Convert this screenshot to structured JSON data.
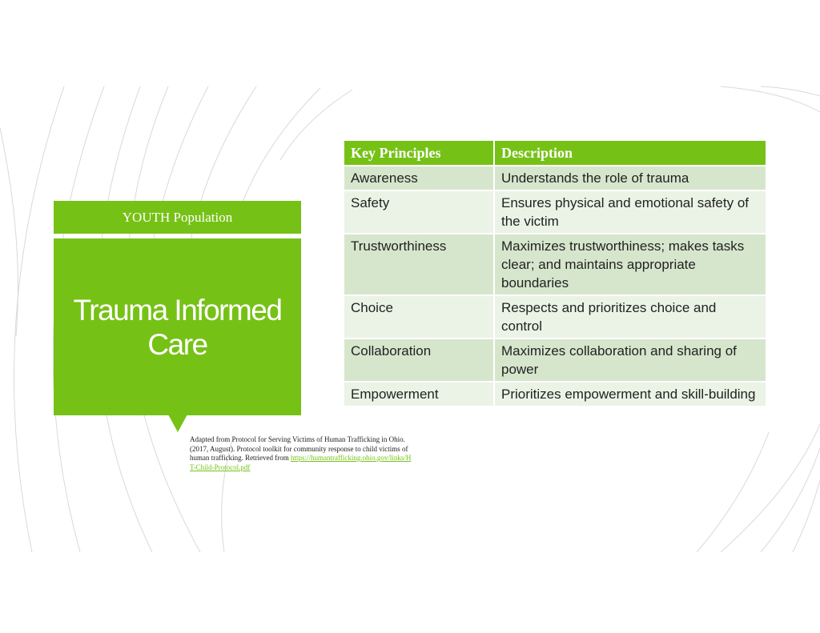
{
  "slide": {
    "subtitle": "YOUTH Population",
    "title": "Trauma Informed Care"
  },
  "table": {
    "headers": [
      "Key Principles",
      "Description"
    ],
    "rows": [
      {
        "principle": "Awareness",
        "description": "Understands the role of trauma"
      },
      {
        "principle": "Safety",
        "description": "Ensures physical and emotional safety of the victim"
      },
      {
        "principle": "Trustworthiness",
        "description": "Maximizes trustworthiness; makes tasks clear; and maintains appropriate boundaries"
      },
      {
        "principle": "Choice",
        "description": "Respects and prioritizes choice and control"
      },
      {
        "principle": "Collaboration",
        "description": "Maximizes collaboration and sharing of power"
      },
      {
        "principle": "Empowerment",
        "description": "Prioritizes empowerment and skill-building"
      }
    ]
  },
  "citation": {
    "text": "Adapted from Protocol for Serving Victims of Human Trafficking in Ohio. (2017, August). Protocol toolkit for community response to child victims of human trafficking. Retrieved from ",
    "link_text": "https://humantrafficking.ohio.gov/links/HT-Child-Protocol.pdf"
  },
  "colors": {
    "accent": "#76c116",
    "row_dark": "#d6e6cc",
    "row_light": "#ebf3e6"
  }
}
